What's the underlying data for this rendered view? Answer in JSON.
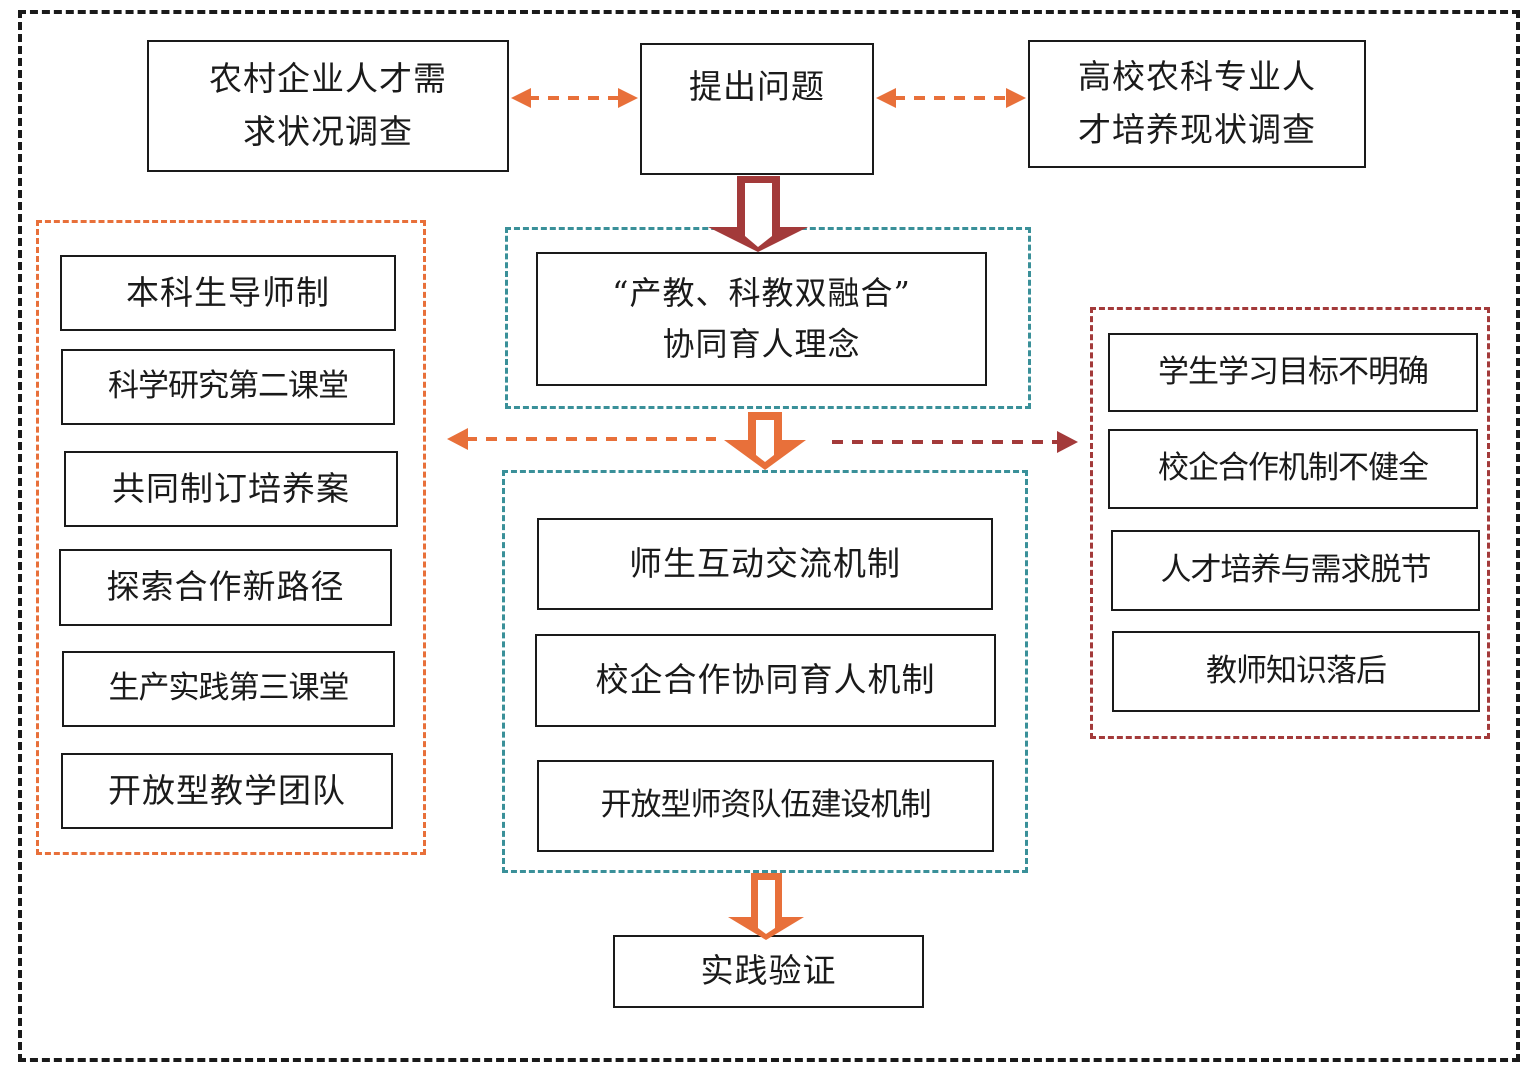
{
  "colors": {
    "outer_frame": "#1a1a1a",
    "orange": "#e8703a",
    "teal": "#3a9099",
    "darkred": "#a33a3a"
  },
  "top": {
    "left_box": [
      "农村企业人才需",
      "求状况调查"
    ],
    "center_box": "提出问题",
    "right_box": [
      "高校农科专业人",
      "才培养现状调查"
    ]
  },
  "concept_box": [
    "“产教、科教双融合”",
    "协同育人理念"
  ],
  "left_group": {
    "items": [
      "本科生导师制",
      "科学研究第二课堂",
      "共同制订培养案",
      "探索合作新路径",
      "生产实践第三课堂",
      "开放型教学团队"
    ]
  },
  "center_group": {
    "items": [
      "师生互动交流机制",
      "校企合作协同育人机制",
      "开放型师资队伍建设机制"
    ]
  },
  "right_group": {
    "items": [
      "学生学习目标不明确",
      "校企合作机制不健全",
      "人才培养与需求脱节",
      "教师知识落后"
    ]
  },
  "bottom_box": "实践验证",
  "icons": {
    "bidirectional_arrow": "double-headed dashed arrow",
    "hollow_down_arrow": "hollow block arrow down",
    "dashed_arrow": "dashed arrow"
  }
}
